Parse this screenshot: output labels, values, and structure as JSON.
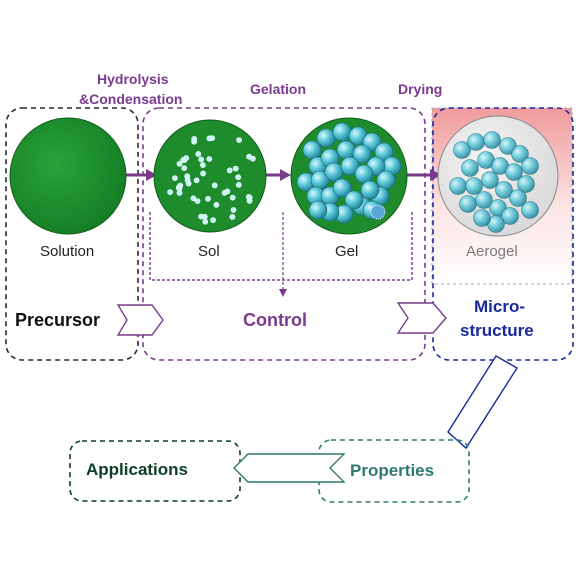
{
  "steps": {
    "hydrolysis_line1": "Hydrolysis",
    "hydrolysis_line2": "&Condensation",
    "gelation": "Gelation",
    "drying": "Drying"
  },
  "stages": {
    "solution": "Solution",
    "sol": "Sol",
    "gel": "Gel",
    "aerogel": "Aerogel"
  },
  "sections": {
    "precursor": "Precursor",
    "control": "Control",
    "micro_line1": "Micro-",
    "micro_line2": "structure",
    "applications": "Applications",
    "properties": "Properties"
  },
  "colors": {
    "purple": "#7a3a8e",
    "dark_green": "#1f8a2c",
    "blue": "#1a2a9a",
    "teal": "#2e7a6e",
    "navy": "#0c3d26",
    "sphere": "#4fc3d8",
    "aerogel_bg": "#f3b5b5"
  }
}
